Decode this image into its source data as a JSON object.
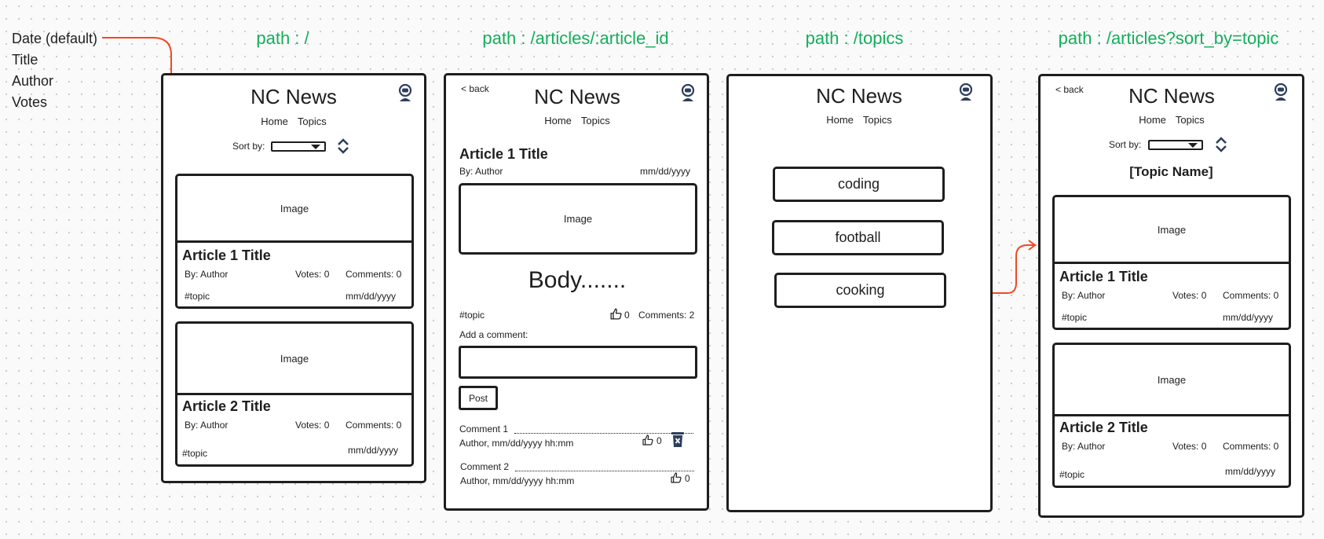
{
  "sort_options": [
    "Date (default)",
    "Title",
    "Author",
    "Votes"
  ],
  "paths": [
    "path : /",
    "path : /articles/:article_id",
    "path : /topics",
    "path : /articles?sort_by=topic"
  ],
  "colors": {
    "path_label": "#14ae5c",
    "arrow": "#f24822",
    "stroke": "#1e1e1e",
    "icon": "#2c3e5c"
  },
  "app_title": "NC News",
  "nav": {
    "home": "Home",
    "topics": "Topics"
  },
  "back": "< back",
  "sort_label": "Sort by:",
  "image": "Image",
  "articles": [
    {
      "title": "Article 1 Title",
      "author": "By: Author",
      "votes": "Votes: 0",
      "comments": "Comments: 0",
      "topic": "#topic",
      "date": "mm/dd/yyyy"
    },
    {
      "title": "Article 2 Title",
      "author": "By: Author",
      "votes": "Votes: 0",
      "comments": "Comments: 0",
      "topic": "#topic",
      "date": "mm/dd/yyyy"
    }
  ],
  "article_page": {
    "title": "Article 1 Title",
    "author": "By: Author",
    "date": "mm/dd/yyyy",
    "body": "Body.......",
    "topic": "#topic",
    "votes": "0",
    "comments": "Comments: 2",
    "add_comment": "Add a comment:",
    "post": "Post",
    "comment_list": [
      {
        "label": "Comment 1",
        "meta": "Author, mm/dd/yyyy hh:mm",
        "votes": "0",
        "deletable": true
      },
      {
        "label": "Comment 2",
        "meta": "Author, mm/dd/yyyy hh:mm",
        "votes": "0",
        "deletable": false
      }
    ]
  },
  "topics": [
    "coding",
    "football",
    "cooking"
  ],
  "topic_page_heading": "[Topic Name]"
}
